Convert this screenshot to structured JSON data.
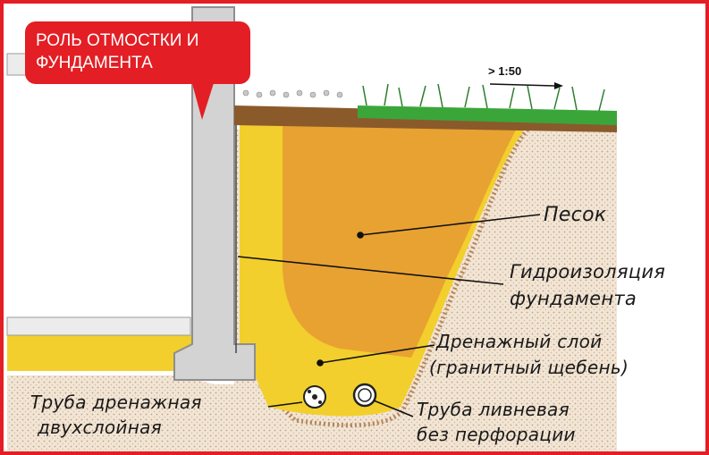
{
  "badge": {
    "line1": "РОЛЬ ОТМОСТКИ И",
    "line2": "ФУНДАМЕНТА"
  },
  "slope_label": "> 1:50",
  "labels": {
    "sand": "Песок",
    "waterproofing_1": "Гидроизоляция",
    "waterproofing_2": "фундамента",
    "drainage_layer_1": "Дренажный слой",
    "drainage_layer_2": "(гранитный щебень)",
    "drain_pipe_1": "Труба дренажная",
    "drain_pipe_2": "двухслойная",
    "storm_pipe_1": "Труба ливневая",
    "storm_pipe_2": "без перфорации"
  },
  "colors": {
    "frame": "#e31e24",
    "sand": "#e8a232",
    "gravel": "#f2cf2c",
    "soil": "#b5855a",
    "grass": "#3aa63a",
    "concrete": "#d3d3d3",
    "paving": "#8a5a2b"
  }
}
